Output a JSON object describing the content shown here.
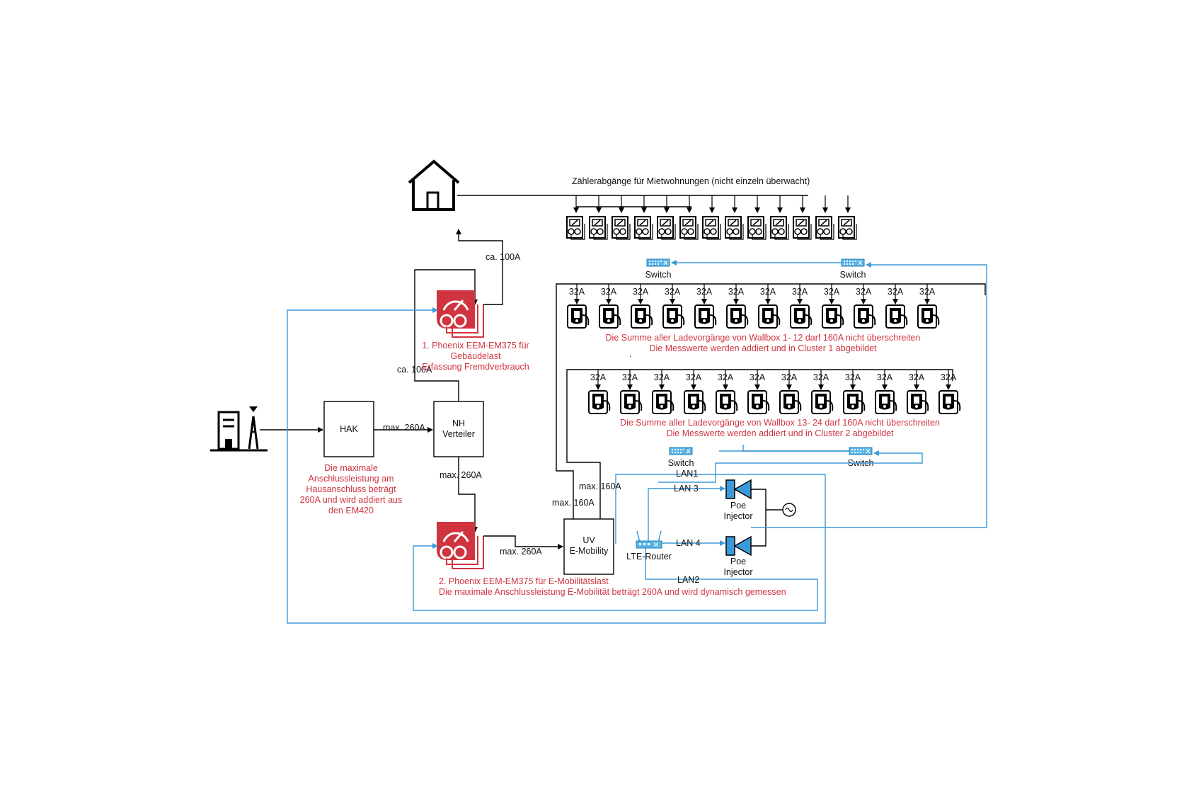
{
  "title": "Zählerabgänge für Mietwohnungen (nicht einzeln überwacht)",
  "colors": {
    "accent_red": "#d0343f",
    "network_blue": "#3a9ad9",
    "line": "#000000"
  },
  "icons": {
    "grid": "building-with-power-tower-icon",
    "house": "house-icon",
    "meter": "energy-meter-icon",
    "em": "phoenix-em-meter-icon",
    "wallbox": "wallbox-charger-icon",
    "switch": "network-switch-icon",
    "router": "lte-router-icon",
    "poe": "poe-injector-icon",
    "ac": "ac-source-icon"
  },
  "boxes": {
    "hak": "HAK",
    "nh_line1": "NH",
    "nh_line2": "Verteiler",
    "uv_line1": "UV",
    "uv_line2": "E-Mobility"
  },
  "labels": {
    "ca100_top": "ca. 100A",
    "ca100_left": "ca. 100A",
    "hak_nh": "max. 260A",
    "nh_em2": "max. 260A",
    "em2_uv": "max. 260A",
    "uv_160_left": "max. 160A",
    "uv_160_right": "max. 160A",
    "amp_rating": "32A",
    "switch": "Switch",
    "lte_router": "LTE-Router",
    "poe_1": "Poe",
    "poe_2": "Injector",
    "lan1": "LAN1",
    "lan2": "LAN2",
    "lan3": "LAN 3",
    "lan4": "LAN 4",
    "dot": "."
  },
  "notes": {
    "em1_line1": "1. Phoenix EEM-EM375 für",
    "em1_line2": "Gebäudelast",
    "em1_line3": "Erfassung Fremdverbrauch",
    "hak_note_line1": "Die maximale",
    "hak_note_line2": "Anschlussleistung am",
    "hak_note_line3": "Hausanschluss beträgt",
    "hak_note_line4": "260A und wird addiert aus",
    "hak_note_line5": "den EM420",
    "em2_line1": "2. Phoenix EEM-EM375 für E-Mobilitätslast",
    "em2_line2": "Die maximale Anschlussleistung E-Mobilität beträgt 260A und wird dynamisch gemessen",
    "cluster1_line1": "Die Summe aller Ladevorgänge von Wallbox 1- 12 darf 160A nicht überschreiten",
    "cluster1_line2": "Die Messwerte werden addiert und in Cluster 1 abgebildet",
    "cluster2_line1": "Die Summe aller Ladevorgänge von Wallbox 13- 24 darf 160A nicht überschreiten",
    "cluster2_line2": "Die Messwerte werden addiert und in Cluster 2 abgebildet"
  },
  "counts": {
    "apartment_meters": 13,
    "wallboxes_row1": 12,
    "wallboxes_row2": 12
  }
}
